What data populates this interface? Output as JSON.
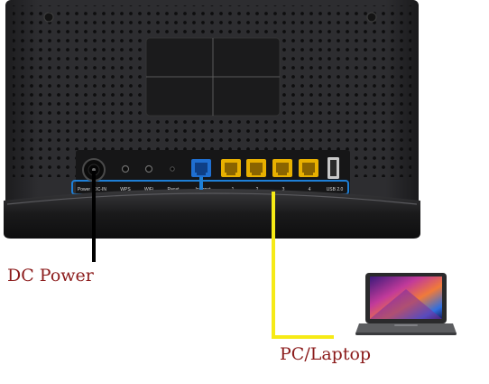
{
  "router": {
    "ports": [
      {
        "id": "power",
        "label": "Power"
      },
      {
        "id": "dc-in",
        "label": "DC-IN"
      },
      {
        "id": "wps",
        "label": "WPS"
      },
      {
        "id": "wifi",
        "label": "WiFi"
      },
      {
        "id": "reset",
        "label": "Reset"
      },
      {
        "id": "internet",
        "label": "Internet"
      },
      {
        "id": "lan1",
        "label": "1"
      },
      {
        "id": "lan2",
        "label": "2"
      },
      {
        "id": "lan3",
        "label": "3"
      },
      {
        "id": "lan4",
        "label": "4"
      },
      {
        "id": "usb",
        "label": "USB 2.0"
      }
    ]
  },
  "callouts": {
    "dc_power": "DC Power",
    "pc_laptop": "PC/Laptop"
  },
  "colors": {
    "router_body": "#2b2b2d",
    "port_strip_outline": "#1e7fd6",
    "internet_port": "#1f6fd1",
    "lan_port": "#e8b000",
    "dc_cable": "#000000",
    "lan_cable": "#f6ea16",
    "callout_text": "#8b1a1a"
  }
}
